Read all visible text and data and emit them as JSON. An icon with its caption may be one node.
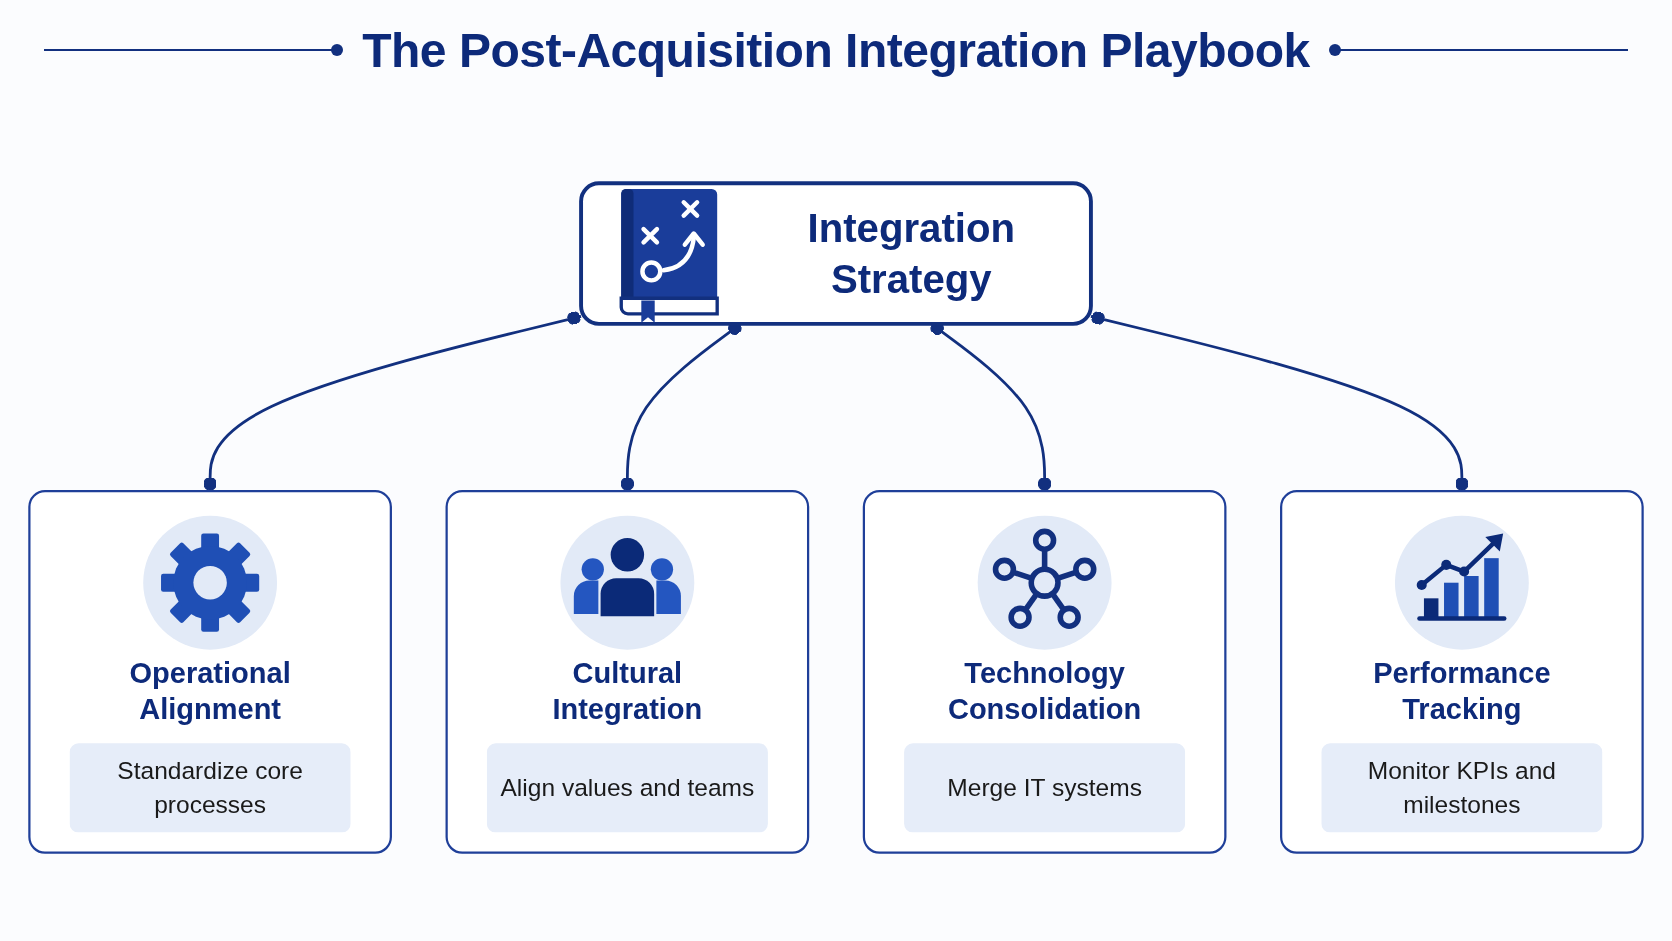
{
  "diagram": {
    "title": "The Post-Acquisition Integration Playbook",
    "nodes": [
      {
        "text": [
          "Integration Strategy"
        ]
      },
      {
        "text": [
          "Operational Alignment",
          "Standardize core processes"
        ]
      },
      {
        "text": [
          "Cultural Integration",
          "Align values and teams"
        ]
      },
      {
        "text": [
          "Technology Consolidation",
          "Merge IT systems"
        ]
      },
      {
        "text": [
          "Performance Tracking",
          "Monitor KPIs and milestones"
        ]
      }
    ],
    "edges": [
      {
        "from": 0,
        "to": 1,
        "arrow": "other"
      },
      {
        "from": 0,
        "to": 2,
        "arrow": "other"
      },
      {
        "from": 0,
        "to": 3,
        "arrow": "other"
      },
      {
        "from": 0,
        "to": 4,
        "arrow": "other"
      }
    ]
  }
}
